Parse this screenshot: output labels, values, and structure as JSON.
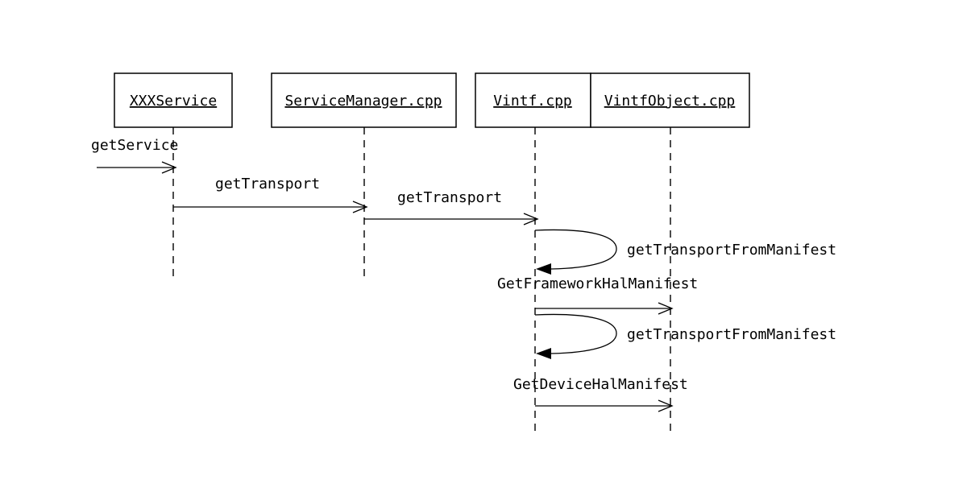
{
  "diagram": {
    "type": "sequence-diagram",
    "background_color": "#ffffff",
    "line_color": "#000000",
    "participants": [
      {
        "name": "XXXService"
      },
      {
        "name": "ServiceManager.cpp"
      },
      {
        "name": "Vintf.cpp"
      },
      {
        "name": "VintfObject.cpp"
      }
    ],
    "messages": [
      {
        "label": "getService",
        "from": "",
        "to": "XXXService",
        "kind": "call"
      },
      {
        "label": "getTransport",
        "from": "XXXService",
        "to": "ServiceManager.cpp",
        "kind": "call"
      },
      {
        "label": "getTransport",
        "from": "ServiceManager.cpp",
        "to": "Vintf.cpp",
        "kind": "call"
      },
      {
        "label": "getTransportFromManifest",
        "from": "Vintf.cpp",
        "to": "Vintf.cpp",
        "kind": "self-call"
      },
      {
        "label": "GetFrameworkHalManifest",
        "from": "Vintf.cpp",
        "to": "VintfObject.cpp",
        "kind": "call"
      },
      {
        "label": "getTransportFromManifest",
        "from": "Vintf.cpp",
        "to": "Vintf.cpp",
        "kind": "self-call"
      },
      {
        "label": "GetDeviceHalManifest",
        "from": "Vintf.cpp",
        "to": "VintfObject.cpp",
        "kind": "call"
      }
    ]
  }
}
